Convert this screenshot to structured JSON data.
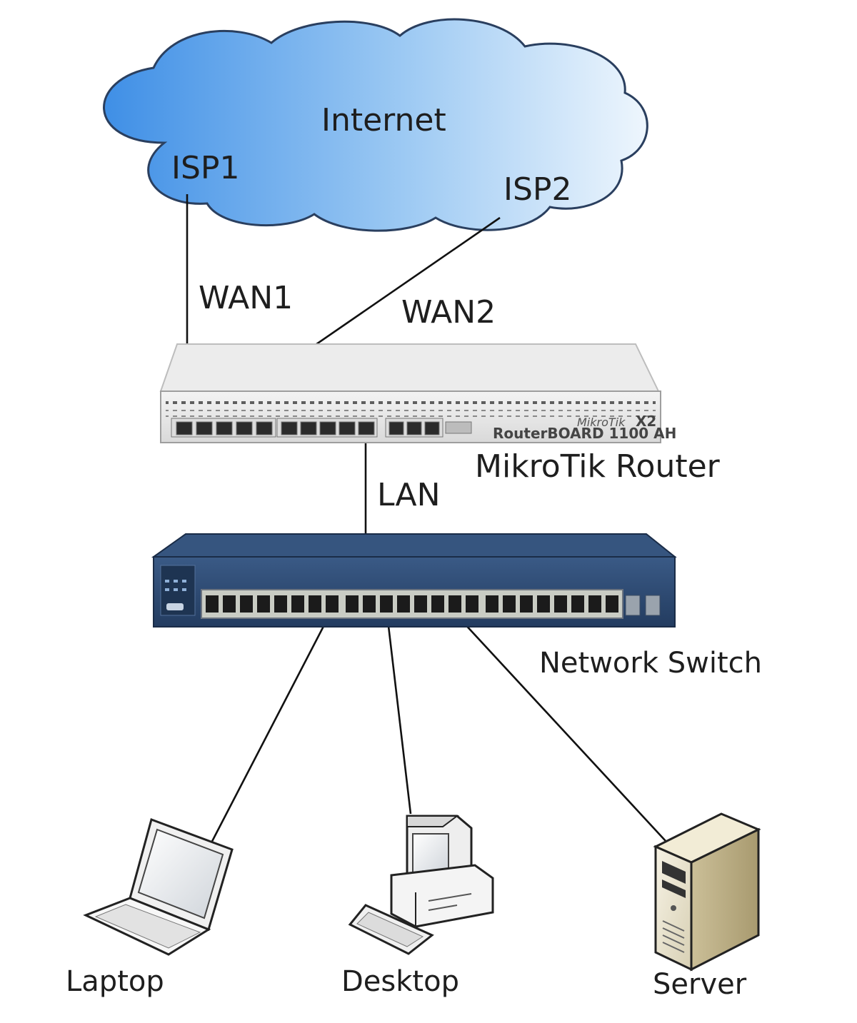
{
  "cloud": {
    "title": "Internet",
    "isp1": "ISP1",
    "isp2": "ISP2"
  },
  "links": {
    "wan1": "WAN1",
    "wan2": "WAN2",
    "lan": "LAN"
  },
  "router": {
    "label": "MikroTik Router",
    "brand": "MikroTik",
    "model_badge": "X2",
    "model": "RouterBOARD 1100 AH"
  },
  "switch": {
    "label": "Network Switch"
  },
  "devices": {
    "laptop": "Laptop",
    "desktop": "Desktop",
    "server": "Server"
  },
  "colors": {
    "cloud_dark": "#3f8fe6",
    "cloud_light": "#eaf4fd",
    "router_body": "#e6e6e6",
    "switch_body": "#2d4a72"
  }
}
